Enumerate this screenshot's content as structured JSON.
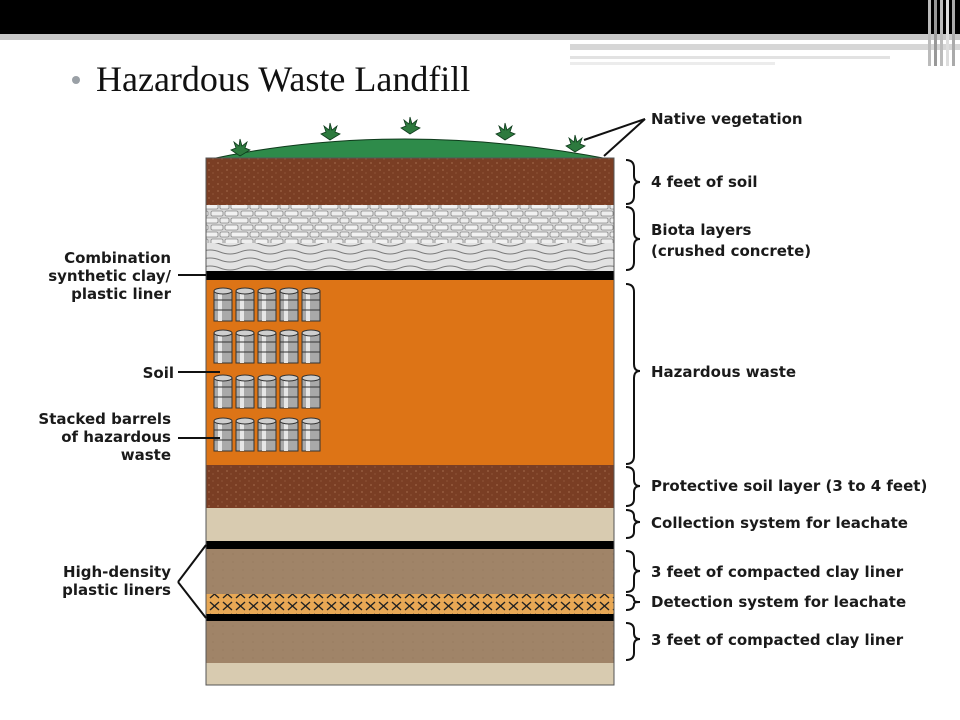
{
  "slide": {
    "title": "Hazardous Waste Landfill"
  },
  "labels": {
    "native_vegetation": "Native vegetation",
    "soil_4ft": "4 feet of soil",
    "biota_line1": "Biota layers",
    "biota_line2": "(crushed concrete)",
    "hazardous_waste": "Hazardous waste",
    "protective_soil": "Protective soil layer (3 to 4 feet)",
    "collection_system": "Collection system for leachate",
    "clay_liner_top": "3 feet of compacted clay liner",
    "detection_system": "Detection system for leachate",
    "clay_liner_bottom": "3 feet of compacted clay liner",
    "combination_line1": "Combination",
    "combination_line2": "synthetic clay/",
    "combination_line3": "plastic liner",
    "soil": "Soil",
    "barrels_line1": "Stacked barrels",
    "barrels_line2": "of hazardous",
    "barrels_line3": "waste",
    "hdpe_line1": "High-density",
    "hdpe_line2": "plastic liners"
  },
  "colors": {
    "vegetation": "#2e8b4a",
    "topsoil": "#7a3e24",
    "concrete": "#d8d8d8",
    "liner": "#000000",
    "waste": "#dd7416",
    "protective_soil": "#7a3e24",
    "collection": "#d8cbb0",
    "clay": "#a08468",
    "detection": "#e8a855"
  }
}
